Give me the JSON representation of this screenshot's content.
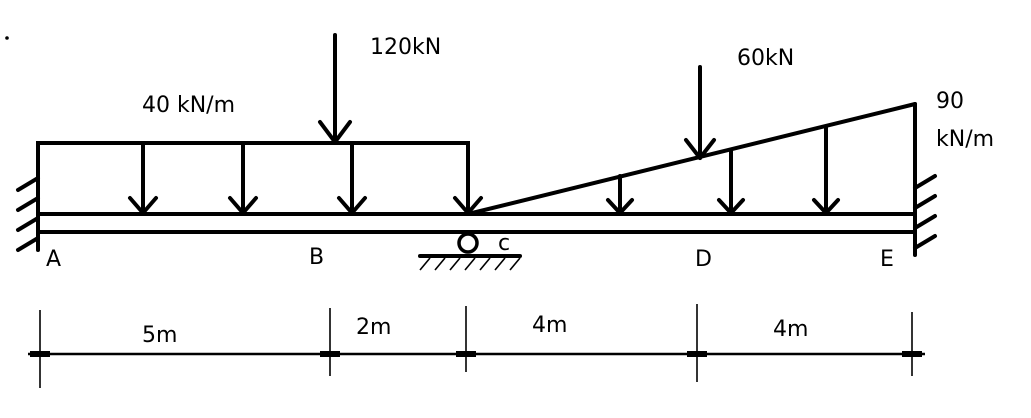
{
  "loads": {
    "point_120": "120kN",
    "point_60": "60kN",
    "udl": "40 kN/m",
    "triangular_line1": "90",
    "triangular_line2": "kN/m"
  },
  "points": {
    "a": "A",
    "b": "B",
    "c": "c",
    "d": "D",
    "e": "E"
  },
  "dimensions": {
    "ab": "5m",
    "bc": "2m",
    "cd": "4m",
    "de": "4m"
  }
}
